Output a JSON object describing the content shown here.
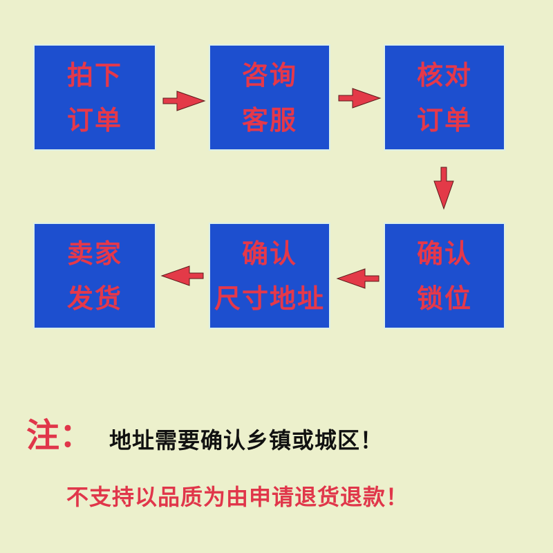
{
  "chart_data": {
    "type": "flowchart",
    "nodes": [
      {
        "id": 1,
        "lines": [
          "拍下",
          "订单"
        ]
      },
      {
        "id": 2,
        "lines": [
          "咨询",
          "客服"
        ]
      },
      {
        "id": 3,
        "lines": [
          "核对",
          "订单"
        ]
      },
      {
        "id": 4,
        "lines": [
          "确认",
          "锁位"
        ]
      },
      {
        "id": 5,
        "lines": [
          "确认",
          "尺寸地址"
        ]
      },
      {
        "id": 6,
        "lines": [
          "卖家",
          "发货"
        ]
      }
    ],
    "edges": [
      [
        1,
        2
      ],
      [
        2,
        3
      ],
      [
        3,
        4
      ],
      [
        4,
        5
      ],
      [
        5,
        6
      ]
    ]
  },
  "colors": {
    "background": "#ecf0cc",
    "box": "#1d4fcf",
    "box_text": "#e5384a",
    "arrow": "#e33a48",
    "note_red": "#e0364a",
    "note_black": "#111111"
  },
  "note": {
    "label": "注：",
    "line1": "地址需要确认乡镇或城区！",
    "line2": "不支持以品质为由申请退货退款！"
  }
}
